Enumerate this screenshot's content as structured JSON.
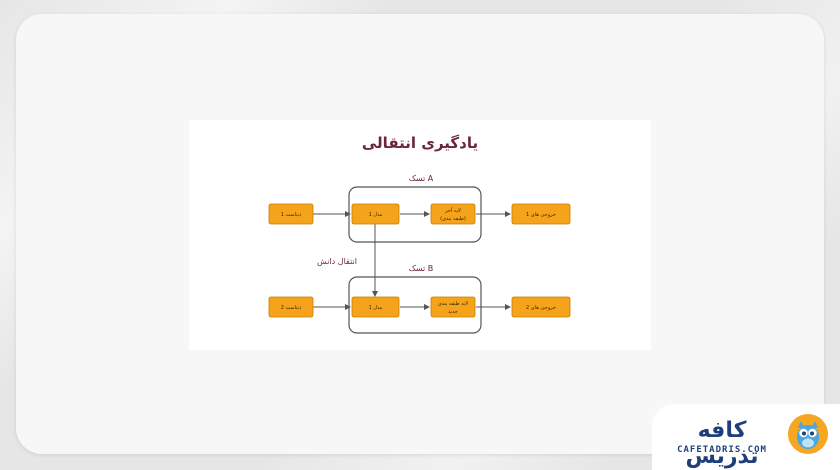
{
  "diagram": {
    "title": "یادگیری انتقالی",
    "task_a_label": "تسک A",
    "task_b_label": "تسک B",
    "transfer_label": "انتقال دانش",
    "row_a": {
      "dataset": "دیتاست 1",
      "model": "مدل 1",
      "layer_line1": "لایه آخر",
      "layer_line2": "(طبقه بندی)",
      "output": "خروجی های 1"
    },
    "row_b": {
      "dataset": "دیتاست 2",
      "model": "مدل 1",
      "layer_line1": "لایه طبقه بندی",
      "layer_line2": "جدید",
      "output": "خروجی های 2"
    },
    "colors": {
      "box_fill": "#f5a31a",
      "box_stroke": "#c77d00",
      "task_stroke": "#555555",
      "title": "#6b2737"
    }
  },
  "brand": {
    "name": "کافه تدریس",
    "domain": "CAFETADRIS.COM",
    "badge_color": "#f5a623",
    "icon": "owl-icon"
  }
}
